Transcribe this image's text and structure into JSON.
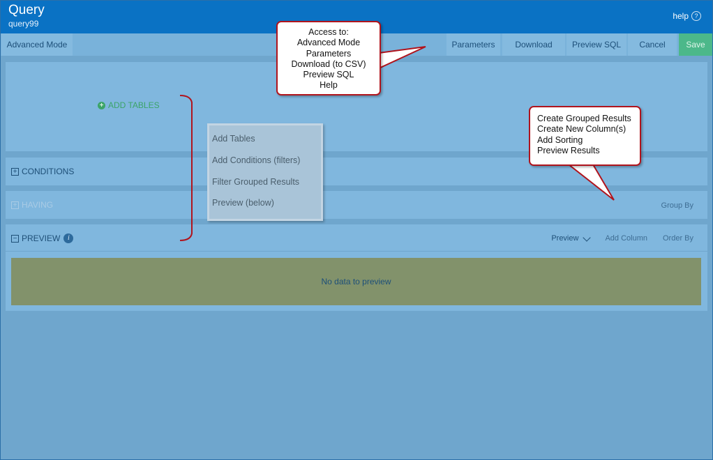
{
  "header": {
    "title": "Query",
    "subtitle": "query99",
    "help_label": "help",
    "help_icon": "question-circle-icon"
  },
  "toolbar": {
    "advanced_mode": "Advanced Mode",
    "parameters": "Parameters",
    "download": "Download",
    "preview_sql": "Preview SQL",
    "cancel": "Cancel",
    "save": "Save"
  },
  "tables_panel": {
    "add_tables": "ADD TABLES",
    "icon": "plus-circle-icon"
  },
  "sections": {
    "conditions": "CONDITIONS",
    "having": "HAVING",
    "group_by": "Group By",
    "preview": "PREVIEW",
    "preview_dropdown": "Preview",
    "add_column": "Add Column",
    "order_by": "Order By",
    "no_data": "No data to preview"
  },
  "popup": {
    "items": [
      "Add Tables",
      "Add Conditions (filters)",
      "Filter Grouped Results",
      "Preview (below)"
    ]
  },
  "callout_top": {
    "lines": [
      "Access to:",
      "Advanced Mode",
      "Parameters",
      "Download (to CSV)",
      "Preview SQL",
      "Help"
    ]
  },
  "callout_right": {
    "lines": [
      "Create Grouped Results",
      "Create New Column(s)",
      "Add Sorting",
      "Preview Results"
    ]
  },
  "colors": {
    "header": "#0a72c4",
    "background": "#6fa6cd",
    "panel": "#80b7de",
    "save": "#4cb88a",
    "add_tables": "#3ba468",
    "no_data": "#82926b",
    "callout_border": "#b0141d"
  }
}
